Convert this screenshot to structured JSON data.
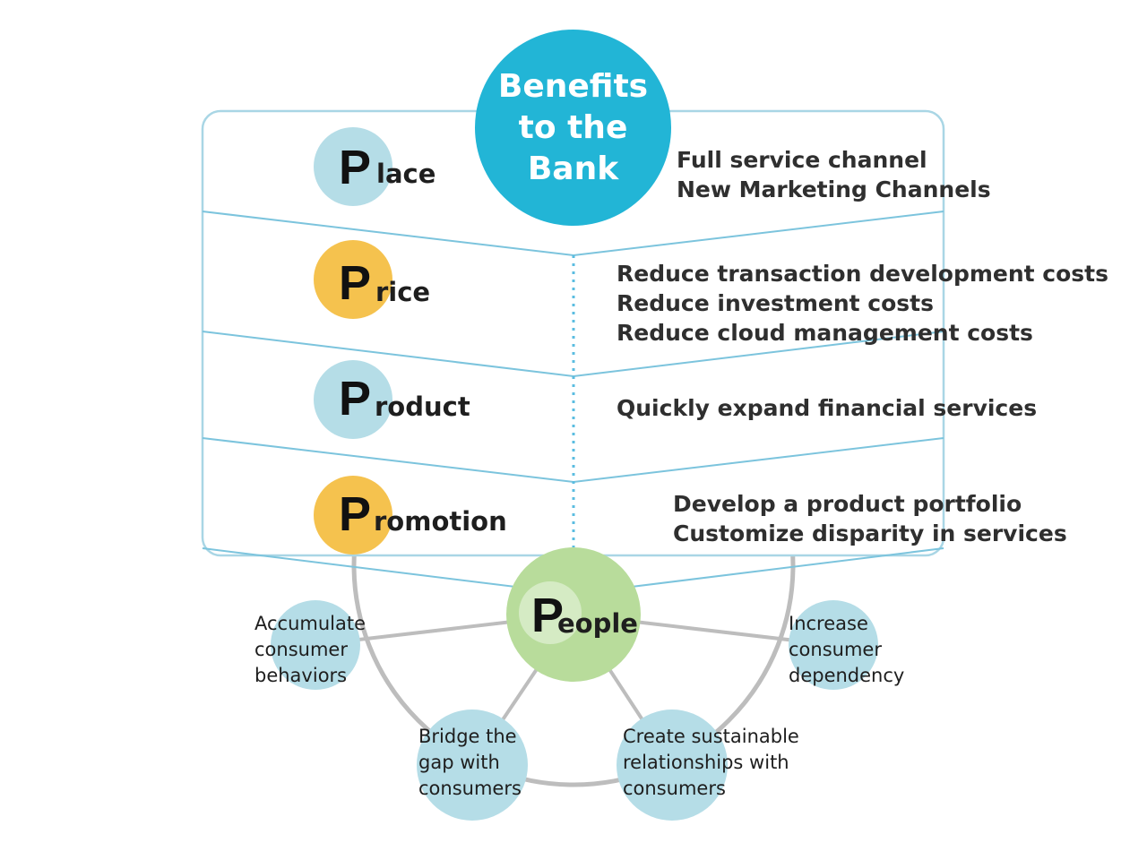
{
  "colors": {
    "outline": "#a9d6e5",
    "divider": "#7cc4dd",
    "title_fill": "#22b5d6",
    "blue_circle": "#b5dde7",
    "yellow_circle": "#f5c24e",
    "green_circle": "#b8dc9b",
    "ring": "#bdbdbd"
  },
  "title": {
    "lines": [
      "Benefits",
      "to the",
      "Bank"
    ]
  },
  "rows": [
    {
      "id": "place",
      "initial": "P",
      "rest": "lace",
      "color": "blue",
      "benefits": [
        "Full service channel",
        "New Marketing Channels"
      ]
    },
    {
      "id": "price",
      "initial": "P",
      "rest": "rice",
      "color": "yellow",
      "benefits": [
        "Reduce transaction development costs",
        "Reduce investment costs",
        "Reduce cloud management costs"
      ]
    },
    {
      "id": "product",
      "initial": "P",
      "rest": "roduct",
      "color": "blue",
      "benefits": [
        "Quickly expand financial services"
      ]
    },
    {
      "id": "promotion",
      "initial": "P",
      "rest": "romotion",
      "color": "yellow",
      "benefits": [
        "Develop a product portfolio",
        "Customize disparity in services"
      ]
    }
  ],
  "people": {
    "initial": "P",
    "rest": "eople",
    "nodes": [
      {
        "id": "accumulate",
        "lines": [
          "Accumulate",
          "consumer",
          "behaviors"
        ]
      },
      {
        "id": "bridge",
        "lines": [
          "Bridge the",
          "gap with",
          "consumers"
        ]
      },
      {
        "id": "create",
        "lines": [
          "Create sustainable",
          "relationships with",
          "consumers"
        ]
      },
      {
        "id": "increase",
        "lines": [
          "Increase",
          "consumer",
          "dependency"
        ]
      }
    ]
  }
}
